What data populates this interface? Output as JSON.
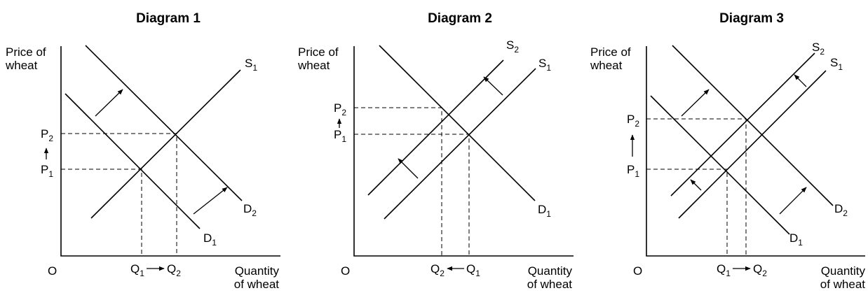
{
  "diagrams": [
    {
      "title": "Diagram 1",
      "y_axis_label": [
        "Price of",
        "wheat"
      ],
      "x_axis_label": [
        "Quantity",
        "of wheat"
      ],
      "origin_label": "O",
      "curves": [
        {
          "name": "S",
          "sub": "1"
        },
        {
          "name": "D",
          "sub": "1"
        },
        {
          "name": "D",
          "sub": "2"
        }
      ],
      "price_labels": [
        {
          "name": "P",
          "sub": "1"
        },
        {
          "name": "P",
          "sub": "2"
        }
      ],
      "quantity_labels": [
        {
          "name": "Q",
          "sub": "1"
        },
        {
          "name": "Q",
          "sub": "2"
        }
      ],
      "price_change": "rise",
      "quantity_change": "rise"
    },
    {
      "title": "Diagram 2",
      "y_axis_label": [
        "Price of",
        "wheat"
      ],
      "x_axis_label": [
        "Quantity",
        "of wheat"
      ],
      "origin_label": "O",
      "curves": [
        {
          "name": "S",
          "sub": "2"
        },
        {
          "name": "S",
          "sub": "1"
        },
        {
          "name": "D",
          "sub": "1"
        }
      ],
      "price_labels": [
        {
          "name": "P",
          "sub": "2"
        },
        {
          "name": "P",
          "sub": "1"
        }
      ],
      "quantity_labels": [
        {
          "name": "Q",
          "sub": "2"
        },
        {
          "name": "Q",
          "sub": "1"
        }
      ],
      "price_change": "rise",
      "quantity_change": "fall"
    },
    {
      "title": "Diagram 3",
      "y_axis_label": [
        "Price of",
        "wheat"
      ],
      "x_axis_label": [
        "Quantity",
        "of wheat"
      ],
      "origin_label": "O",
      "curves": [
        {
          "name": "S",
          "sub": "2"
        },
        {
          "name": "S",
          "sub": "1"
        },
        {
          "name": "D",
          "sub": "1"
        },
        {
          "name": "D",
          "sub": "2"
        }
      ],
      "price_labels": [
        {
          "name": "P",
          "sub": "2"
        },
        {
          "name": "P",
          "sub": "1"
        }
      ],
      "quantity_labels": [
        {
          "name": "Q",
          "sub": "1"
        },
        {
          "name": "Q",
          "sub": "2"
        }
      ],
      "price_change": "rise",
      "quantity_change": "rise"
    }
  ]
}
